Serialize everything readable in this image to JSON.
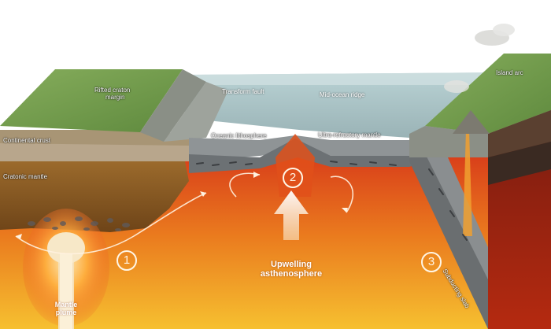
{
  "labels": {
    "rifted_craton_margin": [
      "Rifted craton",
      "margin"
    ],
    "transform_fault": "Transform fault",
    "mid_ocean_ridge": "Mid-ocean ridge",
    "island_arc": "Island arc",
    "continental_crust": "Continental crust",
    "oceanic_lithosphere": "Oceanic lithosphere",
    "ultra_refractory_mantle": "Ultra-refractory mantle",
    "cratonic_mantle": "Cratonic mantle",
    "upwelling_asthenosphere": [
      "Upwelling",
      "asthenosphere"
    ],
    "mantle_plume": [
      "Mantle",
      "plume"
    ],
    "subducting_slab": "Subducting slab"
  },
  "markers": [
    "1",
    "2",
    "3"
  ],
  "colors": {
    "mantle_hot": "#f0b020",
    "mantle_mid": "#e06a1a",
    "mantle_deep": "#c23010",
    "continent_grass": "#6f9a4a",
    "ocean": "#a9c3c6",
    "crust": "#b7a78e",
    "cratonic_mantle": "#8a5a25",
    "plume_core": "#f6e6c0"
  }
}
